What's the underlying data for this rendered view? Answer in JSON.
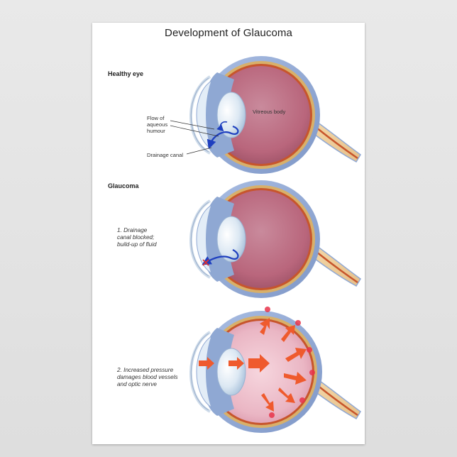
{
  "poster": {
    "title": "Development of Glaucoma",
    "sections": {
      "healthy": "Healthy eye",
      "glaucoma": "Glaucoma"
    },
    "labels": {
      "vitreous": "Vitreous body",
      "flow": [
        "Flow of",
        "aqueous",
        "humour"
      ],
      "drainage": "Drainage canal"
    },
    "steps": {
      "step1": [
        "1. Drainage",
        "canal blocked;",
        "build-up of fluid"
      ],
      "step2": [
        "2. Increased pressure",
        "damages blood vessels",
        "and optic nerve"
      ]
    },
    "colors": {
      "vitreous": "#b9667c",
      "sclera": "#8fa8d3",
      "nerve": "#c7552c",
      "flow_arrow": "#1e3fbf",
      "pressure_arrow": "#ef5a2d",
      "block_mark": "#e03030"
    }
  }
}
